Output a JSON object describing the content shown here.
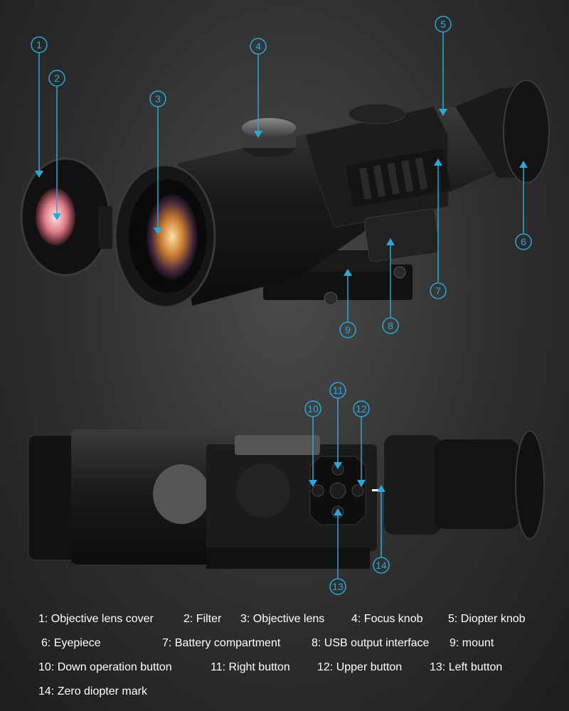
{
  "callouts": [
    "1",
    "2",
    "3",
    "4",
    "5",
    "6",
    "7",
    "8",
    "9",
    "10",
    "11",
    "12",
    "13",
    "14"
  ],
  "legend": [
    "1: Objective lens cover",
    "2: Filter",
    "3: Objective lens",
    "4: Focus knob",
    "5: Diopter knob",
    "6: Eyepiece",
    "7: Battery compartment",
    "8: USB output interface",
    "9:  mount",
    "10: Down operation button",
    "11:  Right button",
    "12:  Upper button",
    "13:  Left button",
    "14: Zero diopter mark"
  ],
  "colors": {
    "accent": "#2aa8d8",
    "background": "#2e2e2e",
    "text": "#ffffff"
  }
}
